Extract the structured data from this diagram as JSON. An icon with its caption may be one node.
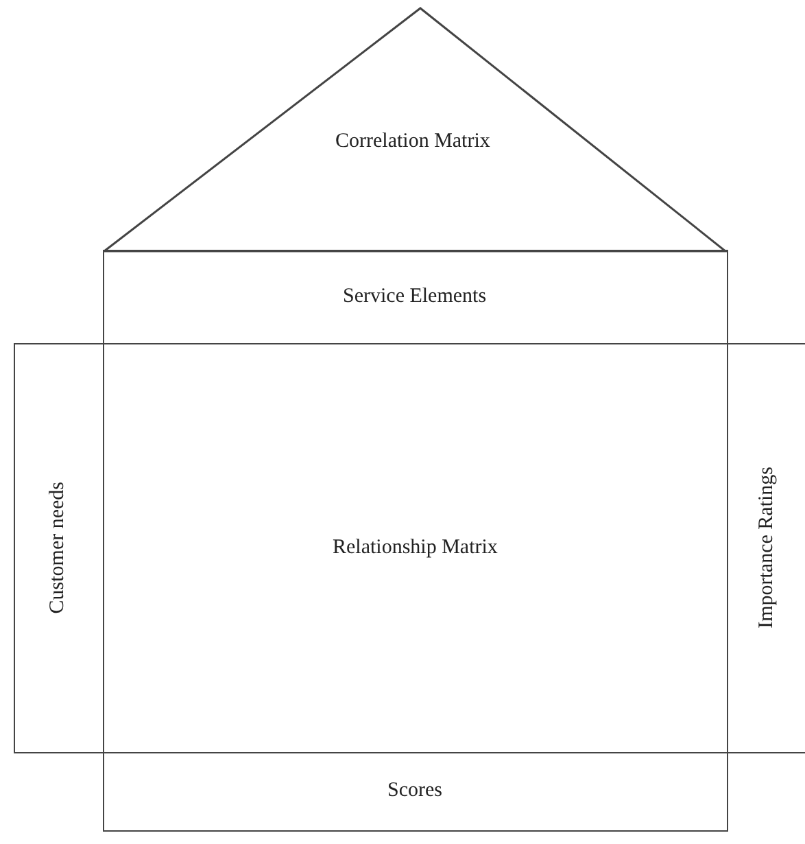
{
  "diagram": {
    "nodes": [
      {
        "text": [
          "Correlation Matrix"
        ]
      },
      {
        "text": [
          "Service Elements"
        ]
      },
      {
        "text": [
          "Customer needs"
        ]
      },
      {
        "text": [
          "Relationship Matrix"
        ]
      },
      {
        "text": [
          "Importance Ratings"
        ]
      },
      {
        "text": [
          "Scores"
        ]
      }
    ]
  }
}
